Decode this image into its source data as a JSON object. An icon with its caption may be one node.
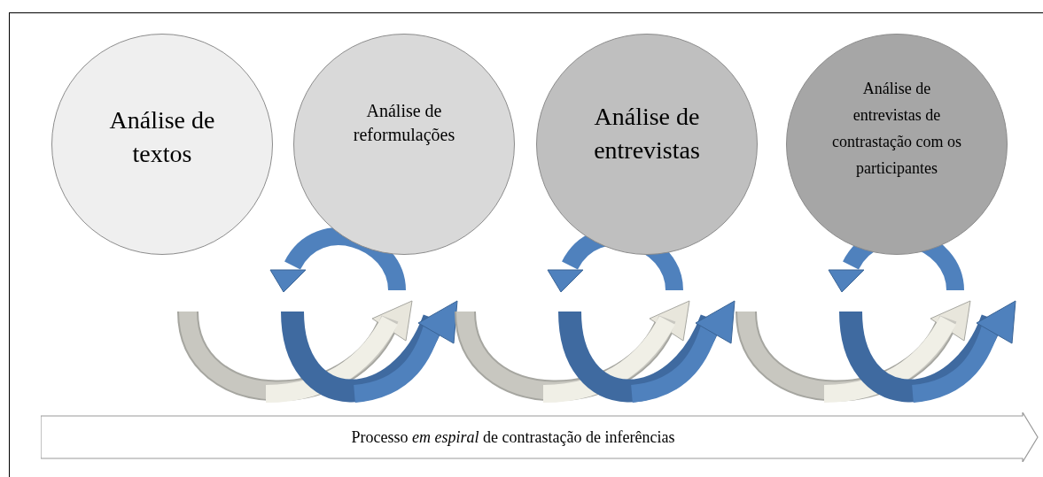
{
  "diagram": {
    "nodes": [
      {
        "text": [
          "Análise de textos"
        ]
      },
      {
        "text": [
          "Análise de reformulações"
        ]
      },
      {
        "text": [
          "Análise de entrevistas"
        ]
      },
      {
        "text": [
          "Análise de entrevistas de contrastação com os participantes"
        ]
      },
      {
        "text": [
          "Processo *em espiral* de contrastação de inferências"
        ]
      }
    ]
  }
}
